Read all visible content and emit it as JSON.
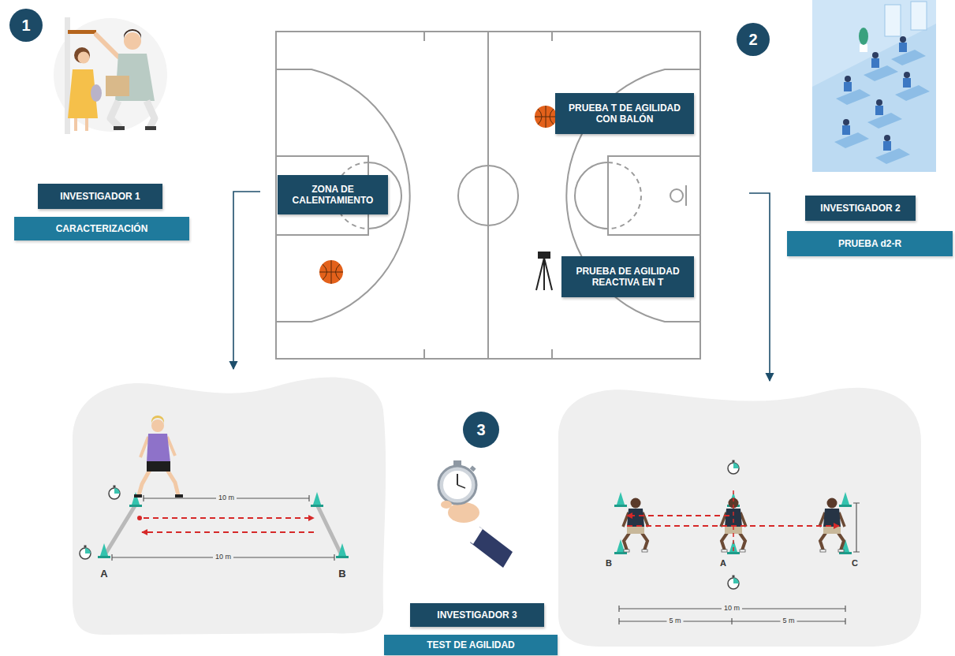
{
  "diagram": {
    "nodes": [
      {
        "text": [
          "1"
        ]
      },
      {
        "text": [
          "INVESTIGADOR 1"
        ]
      },
      {
        "text": [
          "CARACTERIZACIÓN"
        ]
      },
      {
        "text": [
          "ZONA DE CALENTAMIENTO"
        ]
      },
      {
        "text": [
          "PRUEBA T DE AGILIDAD CON BALÓN"
        ]
      },
      {
        "text": [
          "PRUEBA DE AGILIDAD REACTIVA EN T"
        ]
      },
      {
        "text": [
          "2"
        ]
      },
      {
        "text": [
          "INVESTIGADOR 2"
        ]
      },
      {
        "text": [
          "PRUEBA d2-R"
        ]
      },
      {
        "text": [
          "3"
        ]
      },
      {
        "text": [
          "INVESTIGADOR 3"
        ]
      },
      {
        "text": [
          "TEST DE AGILIDAD"
        ]
      }
    ],
    "labels": [
      "10 m",
      "10 m",
      "A",
      "B",
      "B",
      "A",
      "C",
      "10 m",
      "5 m",
      "5 m"
    ]
  }
}
